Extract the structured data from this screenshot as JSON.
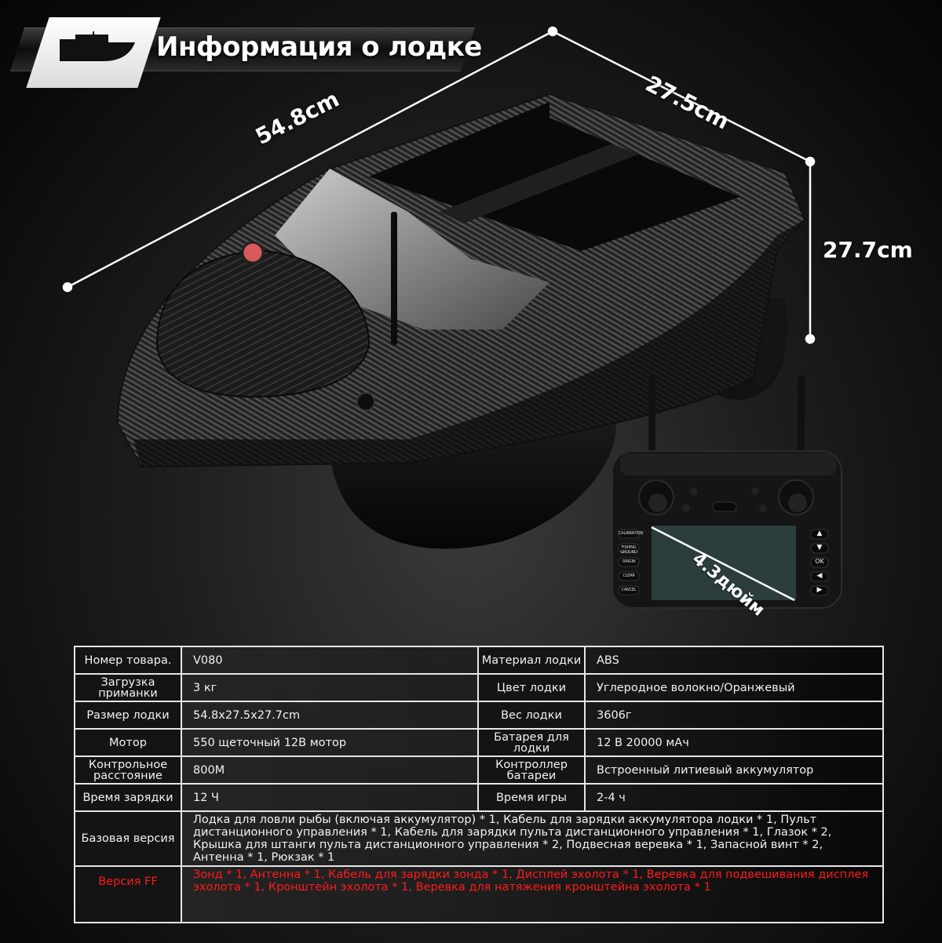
{
  "header": {
    "title": "Информация о лодке",
    "icon": "boat-icon"
  },
  "dimensions": {
    "length": "54.8cm",
    "width": "27.5cm",
    "height": "27.7cm"
  },
  "remote": {
    "screen_size_label": "4.3дюйм",
    "left_buttons": [
      "CALIBRATION",
      "FISHING GROUND",
      "ORIGIN",
      "CLEAR",
      "CANCEL"
    ],
    "right_buttons": [
      "▲",
      "▼",
      "OK",
      "◀",
      "▶"
    ]
  },
  "specs": {
    "rows": [
      {
        "label1": "Номер товара.",
        "value1": "V080",
        "label2": "Материал лодки",
        "value2": "ABS"
      },
      {
        "label1": "Загрузка приманки",
        "value1": "3 кг",
        "label2": "Цвет лодки",
        "value2": "Углеродное волокно/Оранжевый"
      },
      {
        "label1": "Размер лодки",
        "value1": "54.8x27.5x27.7cm",
        "label2": "Вес лодки",
        "value2": "3606г"
      },
      {
        "label1": "Мотор",
        "value1": "550 щеточный 12В мотор",
        "label2": "Батарея для лодки",
        "value2": "12 В 20000 мАч"
      },
      {
        "label1": "Контрольное расстояние",
        "value1": "800М",
        "label2": "Контроллер батареи",
        "value2": "Встроенный литиевый аккумулятор"
      },
      {
        "label1": "Время зарядки",
        "value1": "12 Ч",
        "label2": "Время игры",
        "value2": "2-4 ч"
      }
    ],
    "base_version": {
      "label": "Базовая версия",
      "contents": "Лодка для ловли рыбы (включая аккумулятор) * 1, Кабель для зарядки аккумулятора лодки * 1, Пульт дистанционного управления * 1, Кабель для зарядки пульта дистанционного управления * 1, Глазок * 2, Крышка для штанги пульта дистанционного управления * 2, Подвесная веревка * 1, Запасной винт * 2, Антенна * 1, Рюкзак * 1"
    },
    "ff_version": {
      "label": "Версия FF",
      "contents": "Зонд * 1, Антенна * 1, Кабель для зарядки зонда * 1, Дисплей эхолота * 1, Веревка для подвешивания дисплея эхолота * 1, Кронштейн эхолота * 1, Веревка для натяжения кронштейна эхолота * 1",
      "color": "#ff1a1a"
    }
  }
}
